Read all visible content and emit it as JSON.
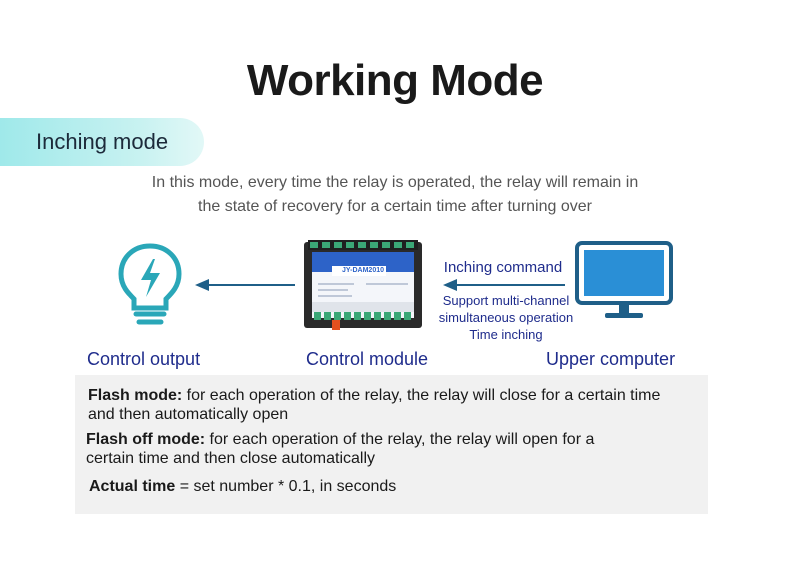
{
  "title": "Working Mode",
  "mode_label": "Inching mode",
  "description": {
    "line1": "In this mode, every time the relay is operated, the relay will remain in",
    "line2": "the state of recovery for a certain time after turning over"
  },
  "nodes": {
    "control_output": "Control output",
    "control_module": "Control module",
    "upper_computer": "Upper computer"
  },
  "device_label": "JY-DAM2010",
  "command": {
    "title": "Inching command",
    "line1": "Support multi-channel",
    "line2": "simultaneous operation",
    "line3": "Time inching"
  },
  "info": {
    "flash_mode_term": "Flash mode:",
    "flash_mode_text1": " for each operation of the relay, the relay will close for a certain time",
    "flash_mode_text2": "and then automatically open",
    "flash_off_term": "Flash off mode:",
    "flash_off_text1": " for each operation of the relay, the relay will open for a",
    "flash_off_text2": "certain time and then close automatically",
    "actual_time_term": "Actual time",
    "actual_time_text": " = set number * 0.1, in seconds"
  },
  "colors": {
    "accent_teal": "#2aa7b8",
    "label_blue": "#1f2c8c",
    "arrow": "#1f5f88",
    "monitor_blue": "#2a8fd6"
  }
}
